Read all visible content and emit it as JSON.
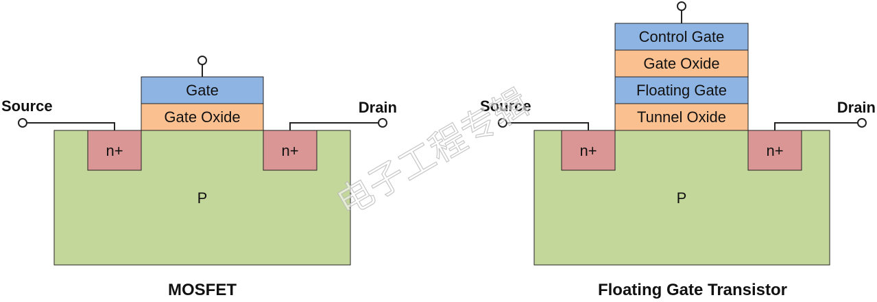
{
  "mosfet": {
    "title": "MOSFET",
    "source_label": "Source",
    "drain_label": "Drain",
    "gate_layers": [
      "Gate",
      "Gate Oxide"
    ],
    "n_left": "n+",
    "n_right": "n+",
    "substrate": "P"
  },
  "fgt": {
    "title": "Floating Gate Transistor",
    "source_label": "Source",
    "drain_label": "Drain",
    "gate_layers": [
      "Control Gate",
      "Gate Oxide",
      "Floating Gate",
      "Tunnel Oxide"
    ],
    "n_left": "n+",
    "n_right": "n+",
    "substrate": "P"
  },
  "watermark": "电子工程专辑",
  "colors": {
    "substrate": "#c4d79b",
    "n_region": "#d99694",
    "gate": "#8eb4e3",
    "oxide": "#fac090",
    "stroke": "#222222"
  }
}
